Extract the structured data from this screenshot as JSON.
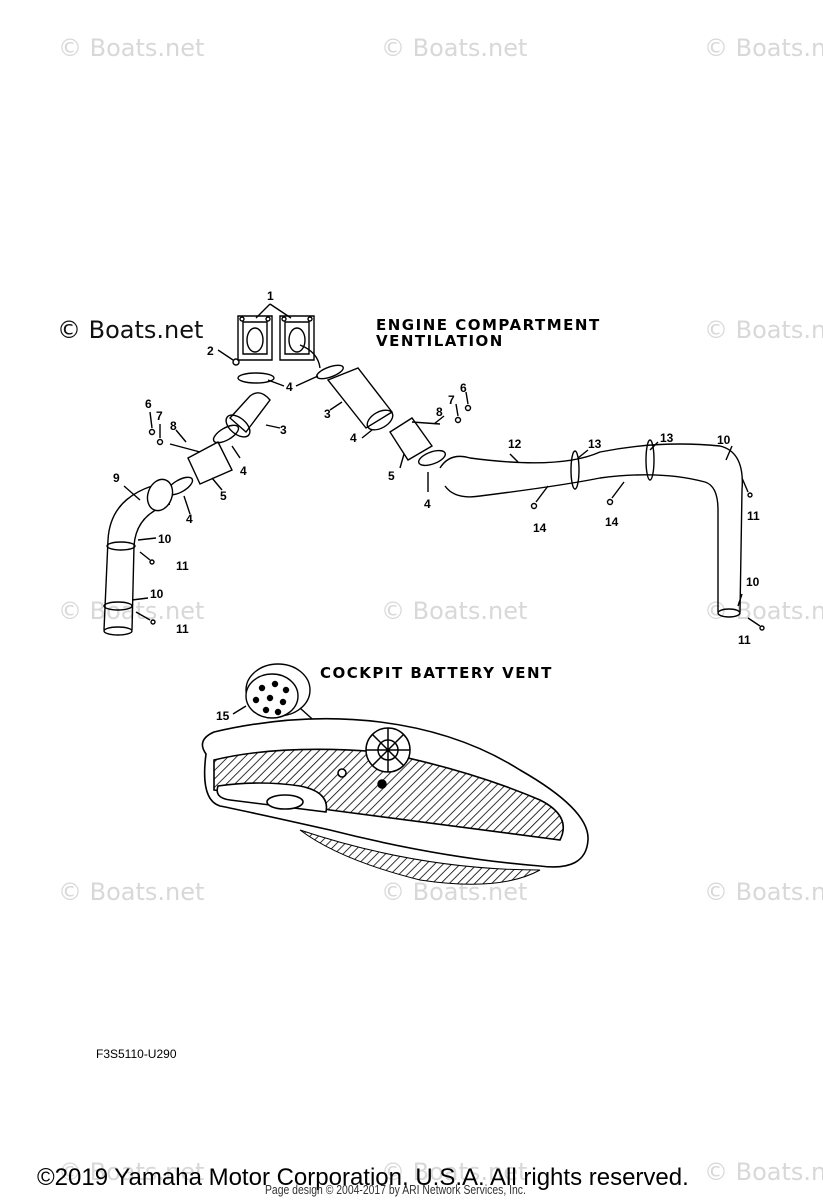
{
  "watermark": {
    "text": "© Boats.net",
    "primary_text": "© Boats.net"
  },
  "diagram": {
    "engine_title_line1": "ENGINE COMPARTMENT",
    "engine_title_line2": "VENTILATION",
    "cockpit_title": "COCKPIT BATTERY VENT",
    "callouts": [
      "1",
      "2",
      "3",
      "4",
      "5",
      "6",
      "7",
      "8",
      "9",
      "10",
      "11",
      "12",
      "13",
      "14",
      "15"
    ],
    "part_code": "F3S5110-U290"
  },
  "footer": {
    "copyright": "©2019 Yamaha Motor Corporation, U.S.A. All rights reserved.",
    "page_design": "Page design © 2004-2017 by ARI Network Services, Inc."
  }
}
